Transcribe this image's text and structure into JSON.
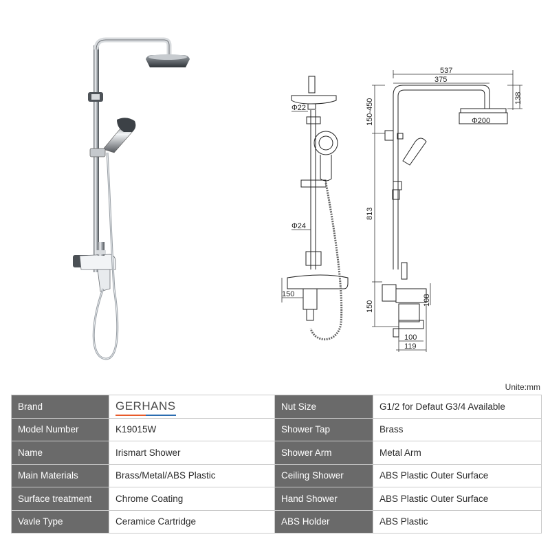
{
  "dimensions": {
    "d537": "537",
    "d375": "375",
    "d138": "138",
    "d150_450": "150-450",
    "phi200": "Φ200",
    "phi22": "Φ22",
    "phi24": "Φ24",
    "d813": "813",
    "d150_left": "150",
    "d150_right": "150",
    "d108": "108",
    "d100": "100",
    "d119": "119"
  },
  "unit_note": "Unite:mm",
  "brand_logo": {
    "text": "GERHANS",
    "colors": [
      "#e85a2a",
      "#2b6cb0"
    ]
  },
  "specs": [
    {
      "k1": "Brand",
      "v1": "",
      "k2": "Nut Size",
      "v2": "G1/2 for Defaut G3/4 Available"
    },
    {
      "k1": "Model Number",
      "v1": "K19015W",
      "k2": "Shower Tap",
      "v2": "Brass"
    },
    {
      "k1": "Name",
      "v1": "Irismart Shower",
      "k2": "Shower Arm",
      "v2": "Metal Arm"
    },
    {
      "k1": "Main Materials",
      "v1": "Brass/Metal/ABS Plastic",
      "k2": "Ceiling Shower",
      "v2": "ABS Plastic Outer Surface"
    },
    {
      "k1": "Surface treatment",
      "v1": "Chrome Coating",
      "k2": "Hand Shower",
      "v2": "ABS Plastic Outer Surface"
    },
    {
      "k1": "Vavle Type",
      "v1": "Ceramice Cartridge",
      "k2": "ABS Holder",
      "v2": "ABS Plastic"
    }
  ]
}
